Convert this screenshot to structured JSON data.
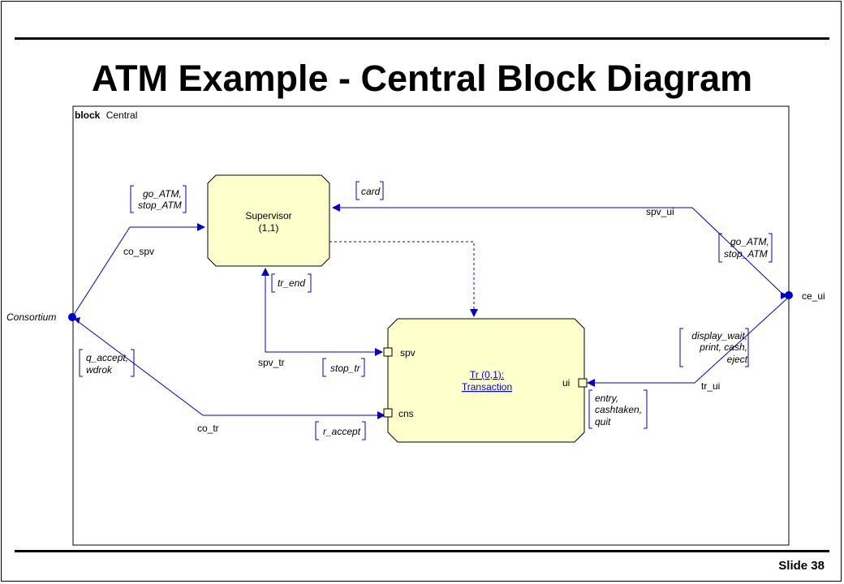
{
  "slide": {
    "title": "ATM Example - Central Block Diagram",
    "number_label": "Slide 38"
  },
  "diagram": {
    "frame_keyword": "block",
    "frame_name": "Central",
    "environment_left": "Consortium",
    "environment_right": "ce_ui",
    "blocks": {
      "supervisor": {
        "name": "Supervisor",
        "multiplicity": "(1,1)"
      },
      "transaction": {
        "name": "Tr (0,1):",
        "type": "Transaction"
      }
    },
    "ports": {
      "spv": "spv",
      "cns": "cns",
      "ui": "ui"
    },
    "channels": {
      "co_spv": "co_spv",
      "co_tr": "co_tr",
      "spv_ui": "spv_ui",
      "spv_tr": "spv_tr",
      "tr_ui": "tr_ui"
    },
    "signal_lists": {
      "go_stop_left": [
        "go_ATM,",
        "stop_ATM"
      ],
      "card": [
        "card"
      ],
      "go_stop_right": [
        "go_ATM,",
        "stop_ATM"
      ],
      "tr_end": [
        "tr_end"
      ],
      "q_accept_wdrok": [
        "q_accept,",
        "wdrok"
      ],
      "stop_tr": [
        "stop_tr"
      ],
      "r_accept": [
        "r_accept"
      ],
      "display_print_eject": [
        "display_wait,",
        "print, cash,",
        "eject"
      ],
      "entry_cashtaken_quit": [
        "entry,",
        "cashtaken,",
        "quit"
      ]
    },
    "colors": {
      "block_fill": "#ffffcc",
      "channel_blue": "#0000cc",
      "link_blue": "#0000ee"
    }
  }
}
